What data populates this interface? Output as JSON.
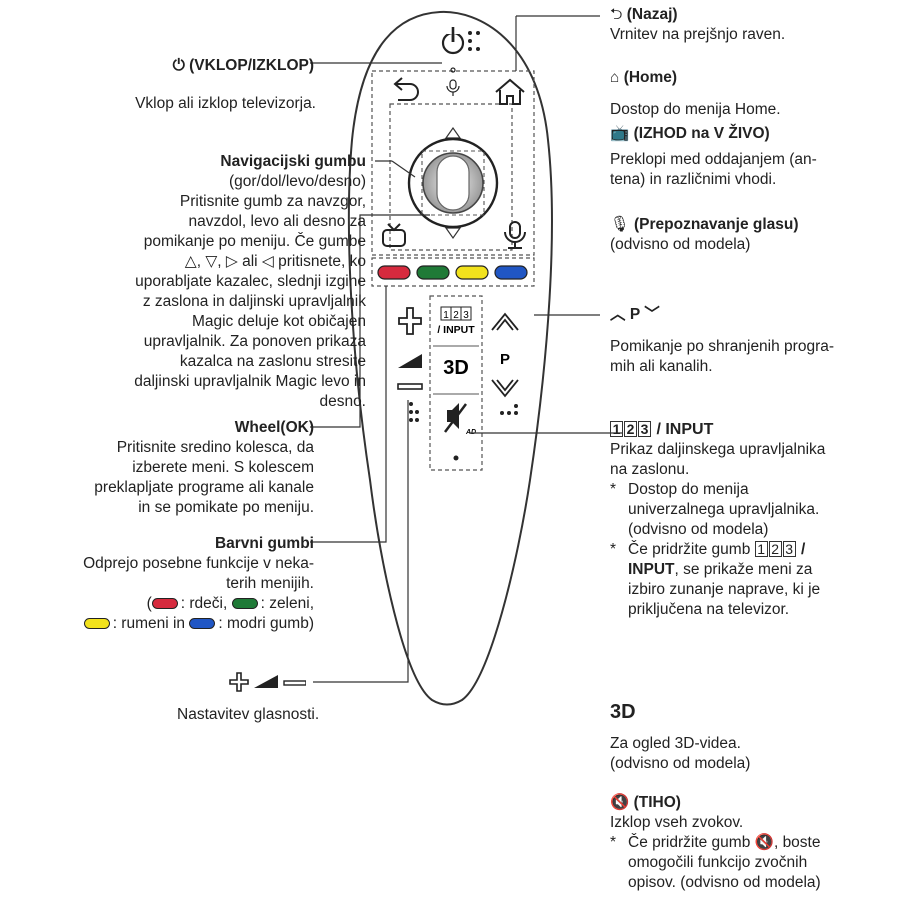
{
  "colors": {
    "red": "#d62a3e",
    "green": "#1f7a37",
    "yellow": "#f2e21c",
    "blue": "#2056c4",
    "line": "#333333"
  },
  "remote": {
    "input_button_digits": "123",
    "input_button_label": "/ INPUT",
    "p_label": "P",
    "threed_label": "3D",
    "ad_label": "AD"
  },
  "power": {
    "icon": "power-icon",
    "title": "(VKLOP/IZKLOP)",
    "desc": "Vklop ali izklop televizorja."
  },
  "navigation": {
    "title": "Navigacijski gumbu",
    "subtitle": "(gor/dol/levo/desno)",
    "lines": [
      "Pritisnite gumb za navzgor,",
      "navzdol, levo ali desno za",
      "pomikanje po meniju. Če gumbe",
      "△, ▽, ▷ ali ◁ pritisnete, ko",
      "uporabljate kazalec, slednji izgine",
      "z zaslona in daljinski upravljalnik",
      "Magic deluje kot običajen",
      "upravljalnik. Za ponoven prikaza",
      "kazalca na zaslonu stresite",
      "daljinski upravljalnik Magic levo in",
      "desno."
    ]
  },
  "wheel": {
    "title": "Wheel(OK)",
    "lines": [
      "Pritisnite sredino kolesca, da",
      "izberete meni. S kolescem",
      "preklapljate programe ali kanale",
      "in se pomikate po meniju."
    ]
  },
  "color_buttons": {
    "title": "Barvni gumbi",
    "lines": [
      "Odprejo posebne funkcije v neka-",
      "terih menijih."
    ],
    "red": "(",
    "red_text": ": rdeči,",
    "green_text": ": zeleni,",
    "yellow_text": ": rumeni in",
    "blue_text": ": modri gumb)"
  },
  "volume": {
    "desc": "Nastavitev glasnosti."
  },
  "back": {
    "title": "(Nazaj)",
    "desc": "Vrnitev na prejšnjo raven."
  },
  "home": {
    "title": "(Home)",
    "desc": "Dostop do menija Home."
  },
  "live": {
    "title": "(IZHOD na V ŽIVO)",
    "lines": [
      "Preklopi med oddajanjem (an-",
      "tena) in različnimi vhodi."
    ]
  },
  "voice": {
    "title": "(Prepoznavanje glasu)",
    "desc": "(odvisno od modela)"
  },
  "program": {
    "title": "P",
    "lines": [
      "Pomikanje po shranjenih progra-",
      "mih ali kanalih."
    ]
  },
  "input": {
    "digits": [
      "1",
      "2",
      "3"
    ],
    "title": "/ INPUT",
    "lines": [
      "Prikaz daljinskega upravljalnika",
      "na zaslonu."
    ],
    "bullets": [
      [
        "Dostop do menija",
        "univerzalnega upravljalnika.",
        "(odvisno od modela)"
      ]
    ],
    "bullet2_a": "Če pridržite gumb",
    "bullet2_b": "/",
    "bullet2_c": "INPUT",
    "bullet2_d": ", se prikaže meni za",
    "bullet2_e": "izbiro zunanje naprave, ki je",
    "bullet2_f": "priključena na televizor."
  },
  "threed": {
    "title": "3D",
    "lines": [
      "Za ogled 3D-videa.",
      "(odvisno od modela)"
    ]
  },
  "mute": {
    "title": "(TIHO)",
    "desc": "Izklop vseh zvokov.",
    "bullet_a": "Če pridržite gumb",
    "bullet_b": ", boste",
    "bullet_c": "omogočili funkcijo zvočnih",
    "bullet_d": "opisov. (odvisno od modela)"
  },
  "bullet_mark": "*"
}
